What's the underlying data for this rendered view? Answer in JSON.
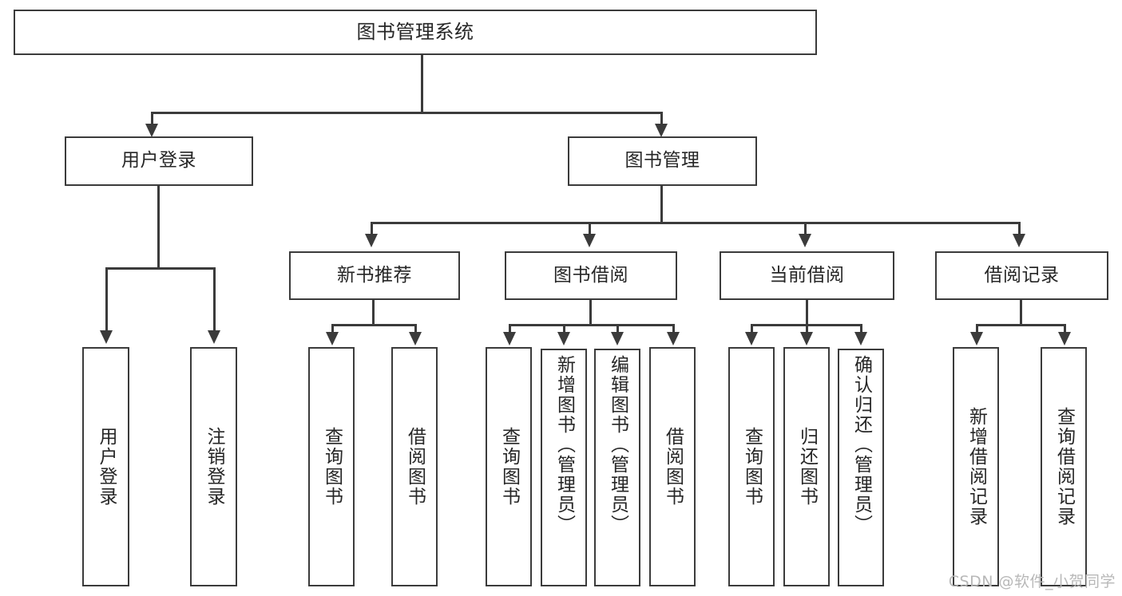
{
  "diagram": {
    "type": "tree-hierarchy-chart",
    "title": "图书管理系统",
    "root": {
      "label": "图书管理系统"
    },
    "level2": [
      {
        "id": "user-login",
        "label": "用户登录"
      },
      {
        "id": "book-manage",
        "label": "图书管理"
      }
    ],
    "level3": [
      {
        "id": "new-book-recommend",
        "label": "新书推荐",
        "parent": "book-manage"
      },
      {
        "id": "book-borrow",
        "label": "图书借阅",
        "parent": "book-manage"
      },
      {
        "id": "current-borrow",
        "label": "当前借阅",
        "parent": "book-manage"
      },
      {
        "id": "borrow-record",
        "label": "借阅记录",
        "parent": "book-manage"
      }
    ],
    "leaves": [
      {
        "id": "leaf-user-login",
        "label": "用户登录",
        "parent": "user-login"
      },
      {
        "id": "leaf-logout-login",
        "label": "注销登录",
        "parent": "user-login"
      },
      {
        "id": "leaf-query-book-1",
        "label": "查询图书",
        "parent": "new-book-recommend"
      },
      {
        "id": "leaf-borrow-book-1",
        "label": "借阅图书",
        "parent": "new-book-recommend"
      },
      {
        "id": "leaf-query-book-2",
        "label": "查询图书",
        "parent": "book-borrow"
      },
      {
        "id": "leaf-add-book",
        "label": "新增图书（管理员）",
        "parent": "book-borrow"
      },
      {
        "id": "leaf-edit-book",
        "label": "编辑图书（管理员）",
        "parent": "book-borrow"
      },
      {
        "id": "leaf-borrow-book-2",
        "label": "借阅图书",
        "parent": "book-borrow"
      },
      {
        "id": "leaf-query-book-3",
        "label": "查询图书",
        "parent": "current-borrow"
      },
      {
        "id": "leaf-return-book",
        "label": "归还图书",
        "parent": "current-borrow"
      },
      {
        "id": "leaf-confirm-return",
        "label": "确认归还（管理员）",
        "parent": "current-borrow"
      },
      {
        "id": "leaf-add-record",
        "label": "新增借阅记录",
        "parent": "borrow-record"
      },
      {
        "id": "leaf-query-record",
        "label": "查询借阅记录",
        "parent": "borrow-record"
      }
    ],
    "colors": {
      "stroke": "#3b3b3b",
      "fill": "#ffffff",
      "text": "#262626",
      "watermark": "#b8b8b8"
    }
  },
  "watermark": {
    "text": "CSDN @软件_小贺同学"
  }
}
